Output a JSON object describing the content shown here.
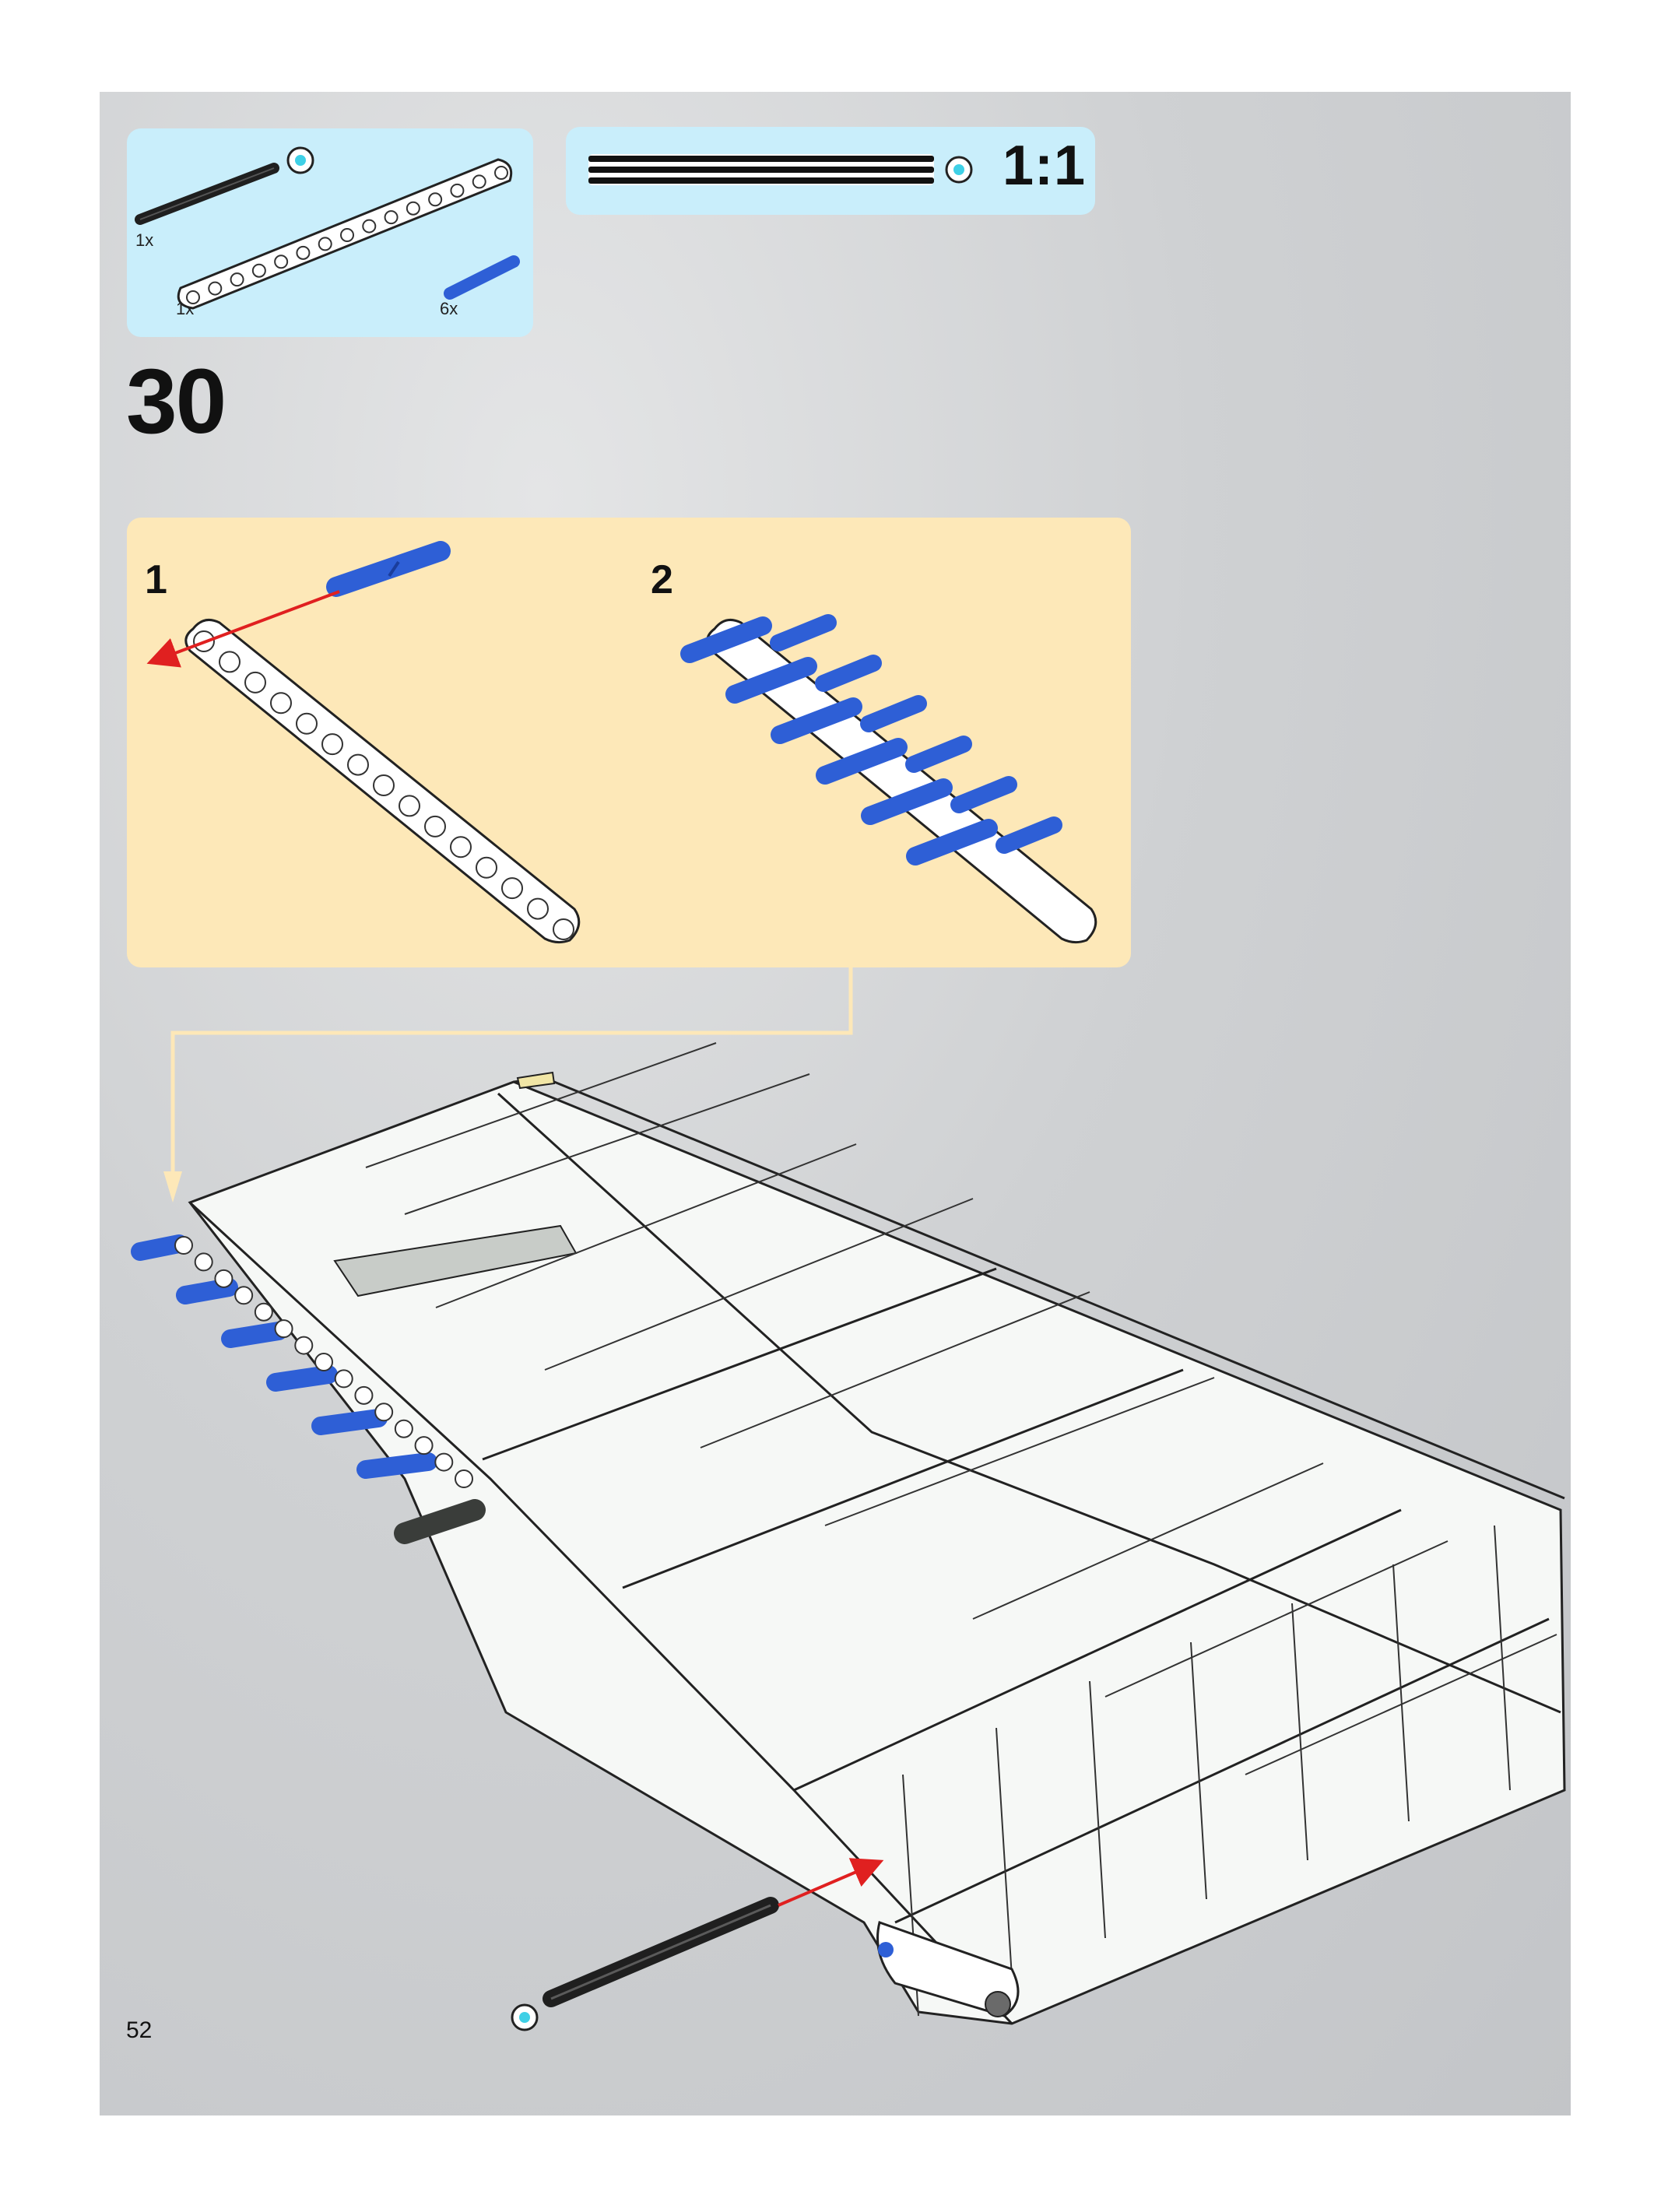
{
  "parts_callout": {
    "items": [
      {
        "name": "axle",
        "quantity": "1x"
      },
      {
        "name": "liftarm-15",
        "quantity": "1x"
      },
      {
        "name": "connector-peg",
        "quantity": "6x"
      }
    ]
  },
  "scale_indicator": {
    "label": "1:1"
  },
  "step": {
    "number": "30"
  },
  "substeps": [
    {
      "number": "1"
    },
    {
      "number": "2"
    }
  ],
  "page": {
    "number": "52"
  },
  "colors": {
    "callout_blue": "#c9eefb",
    "substep_tan": "#fde8b8",
    "peg_blue": "#2e5fd6",
    "arrow_red": "#e02020",
    "axle_black": "#1f1f1f"
  }
}
